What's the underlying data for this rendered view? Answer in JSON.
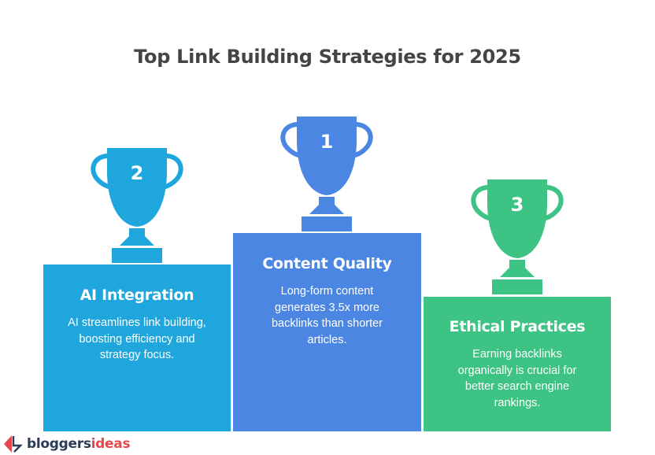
{
  "title": "Top Link Building Strategies for 2025",
  "colors": {
    "rank2": "#1fa6dc",
    "rank1": "#4b86e2",
    "rank3": "#3dc383",
    "title": "#444444",
    "logo_dark": "#2b3a55",
    "logo_red": "#e8474c"
  },
  "podium": [
    {
      "rank": "2",
      "heading": "AI Integration",
      "description": "AI streamlines link building, boosting efficiency and strategy focus.",
      "icon": "trophy-icon"
    },
    {
      "rank": "1",
      "heading": "Content Quality",
      "description": "Long-form content generates 3.5x more backlinks than shorter articles.",
      "icon": "trophy-icon"
    },
    {
      "rank": "3",
      "heading": "Ethical Practices",
      "description": "Earning backlinks organically is crucial for better search engine rankings.",
      "icon": "trophy-icon"
    }
  ],
  "logo": {
    "part1": "bloggers",
    "part2": "ideas"
  }
}
